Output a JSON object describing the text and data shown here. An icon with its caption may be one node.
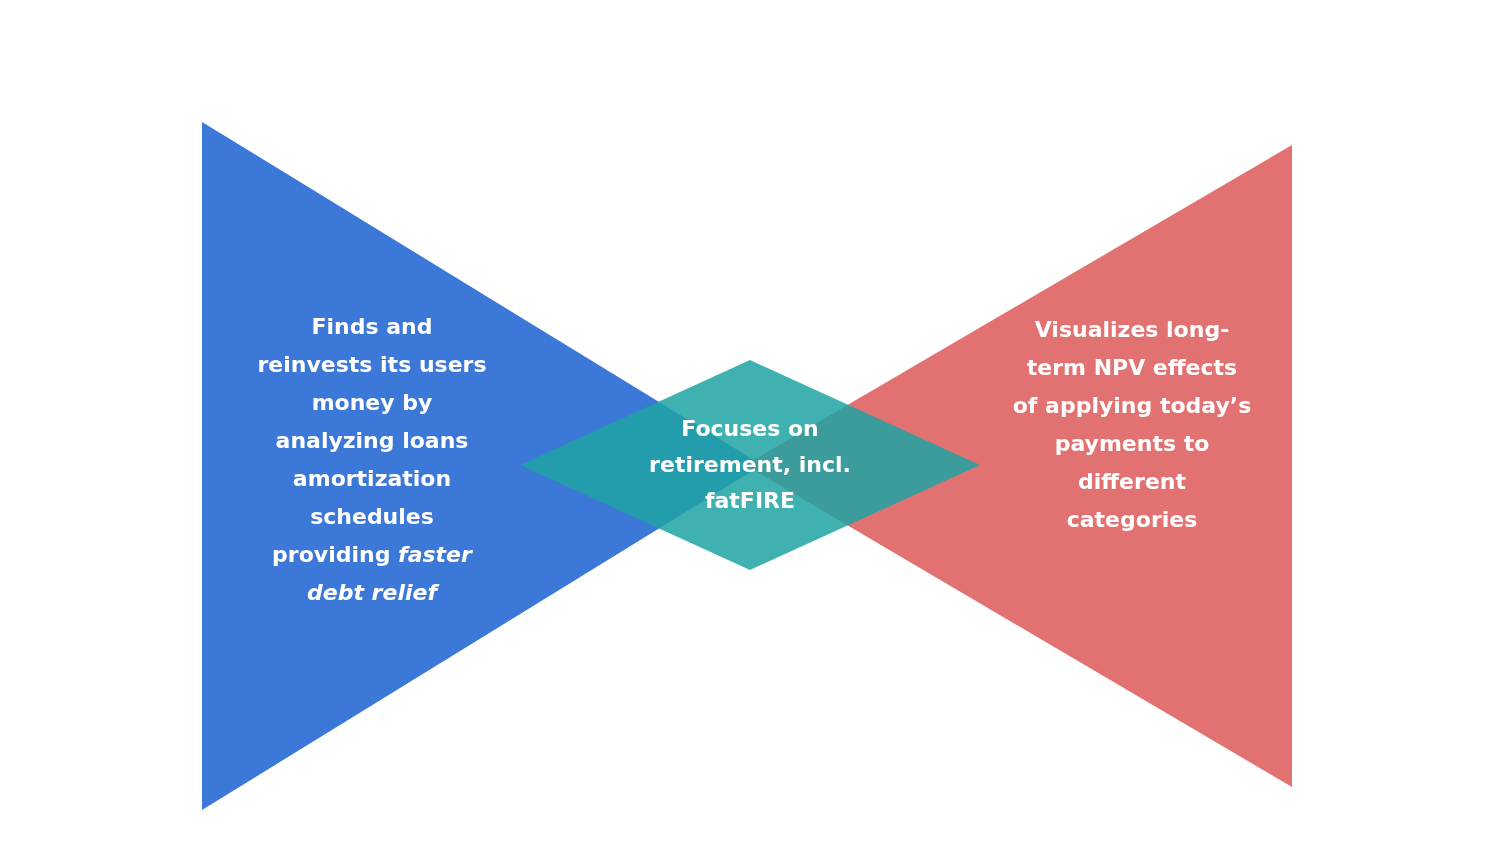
{
  "diagram": {
    "nodes": [
      {
        "text": [
          "Finds and reinvests its users money by analyzing loans amortization schedules providing *faster debt relief*"
        ]
      },
      {
        "text": [
          "Visualizes long-term NPV effects of applying today’s payments to different categories"
        ]
      },
      {
        "text": [
          "Focuses on retirement, incl. fatFIRE"
        ]
      }
    ],
    "edges": []
  }
}
